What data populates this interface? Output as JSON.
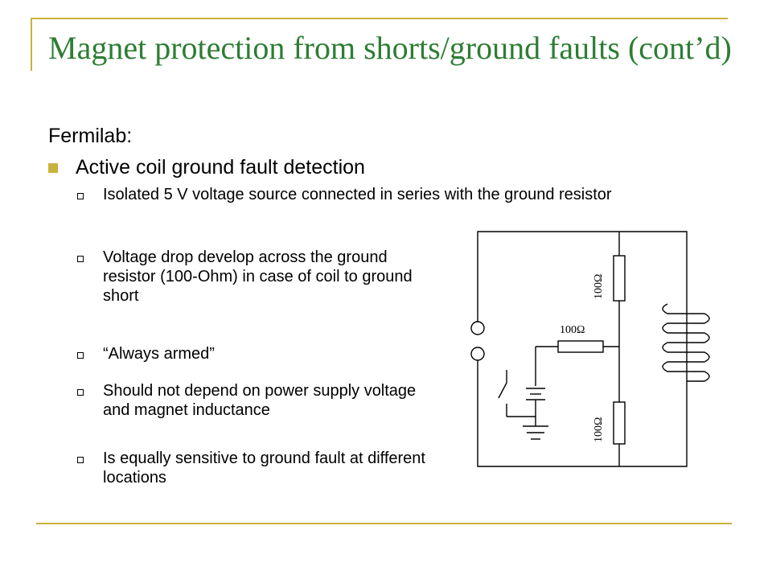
{
  "slide": {
    "title": "Magnet protection from shorts/ground faults (cont’d)",
    "subtitle": "Fermilab:",
    "main_bullet": "Active coil ground fault detection",
    "sub_bullets": [
      "Isolated 5 V voltage source connected in series with the ground resistor",
      "Voltage drop develop across the ground resistor (100-Ohm) in case of coil to ground short",
      "“Always armed”",
      "Should not depend on power supply voltage and magnet inductance",
      "Is equally sensitive to ground fault at different locations"
    ]
  },
  "diagram": {
    "resistor_top_label": "100Ω",
    "resistor_mid_label": "100Ω",
    "resistor_bottom_label": "100Ω"
  },
  "colors": {
    "accent": "#c8b23c",
    "title": "#2e7d34"
  }
}
